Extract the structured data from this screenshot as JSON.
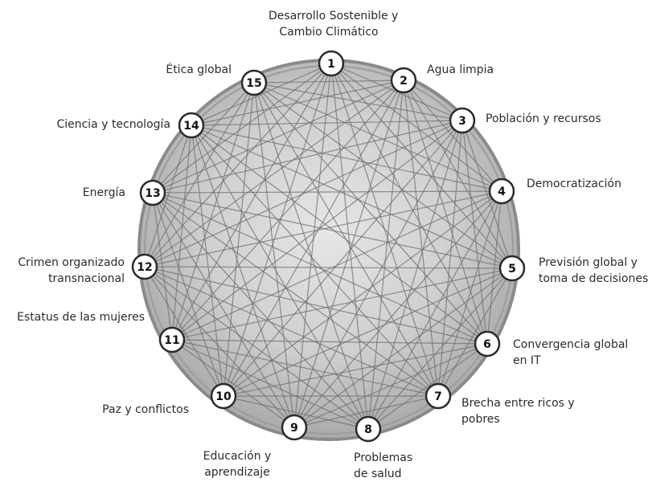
{
  "nodes": [
    {
      "id": "1",
      "label_lines": [
        "Desarrollo Sostenible y",
        "Cambio Climático"
      ]
    },
    {
      "id": "2",
      "label_lines": [
        "Agua limpia"
      ]
    },
    {
      "id": "3",
      "label_lines": [
        "Población y recursos"
      ]
    },
    {
      "id": "4",
      "label_lines": [
        "Democratización"
      ]
    },
    {
      "id": "5",
      "label_lines": [
        "Previsión global y",
        "toma de decisiones"
      ]
    },
    {
      "id": "6",
      "label_lines": [
        "Convergencia global",
        "en IT"
      ]
    },
    {
      "id": "7",
      "label_lines": [
        "Brecha entre ricos y",
        "pobres"
      ]
    },
    {
      "id": "8",
      "label_lines": [
        "Problemas",
        "de salud"
      ]
    },
    {
      "id": "9",
      "label_lines": [
        "Educación y",
        "aprendizaje"
      ]
    },
    {
      "id": "10",
      "label_lines": [
        "Paz y conflictos"
      ]
    },
    {
      "id": "11",
      "label_lines": [
        "Estatus de las mujeres"
      ]
    },
    {
      "id": "12",
      "label_lines": [
        "Crimen organizado",
        "transnacional"
      ]
    },
    {
      "id": "13",
      "label_lines": [
        "Energía"
      ]
    },
    {
      "id": "14",
      "label_lines": [
        "Ciencia y tecnología"
      ]
    },
    {
      "id": "15",
      "label_lines": [
        "Ética global"
      ]
    }
  ],
  "colors": {
    "globe_fill": "#c9c9c9",
    "globe_edge": "#8a8a8a",
    "connector": "#6f6f6f",
    "node_fill": "#ffffff",
    "node_stroke": "#2a2a2a",
    "label_text": "#2b2b2b"
  }
}
